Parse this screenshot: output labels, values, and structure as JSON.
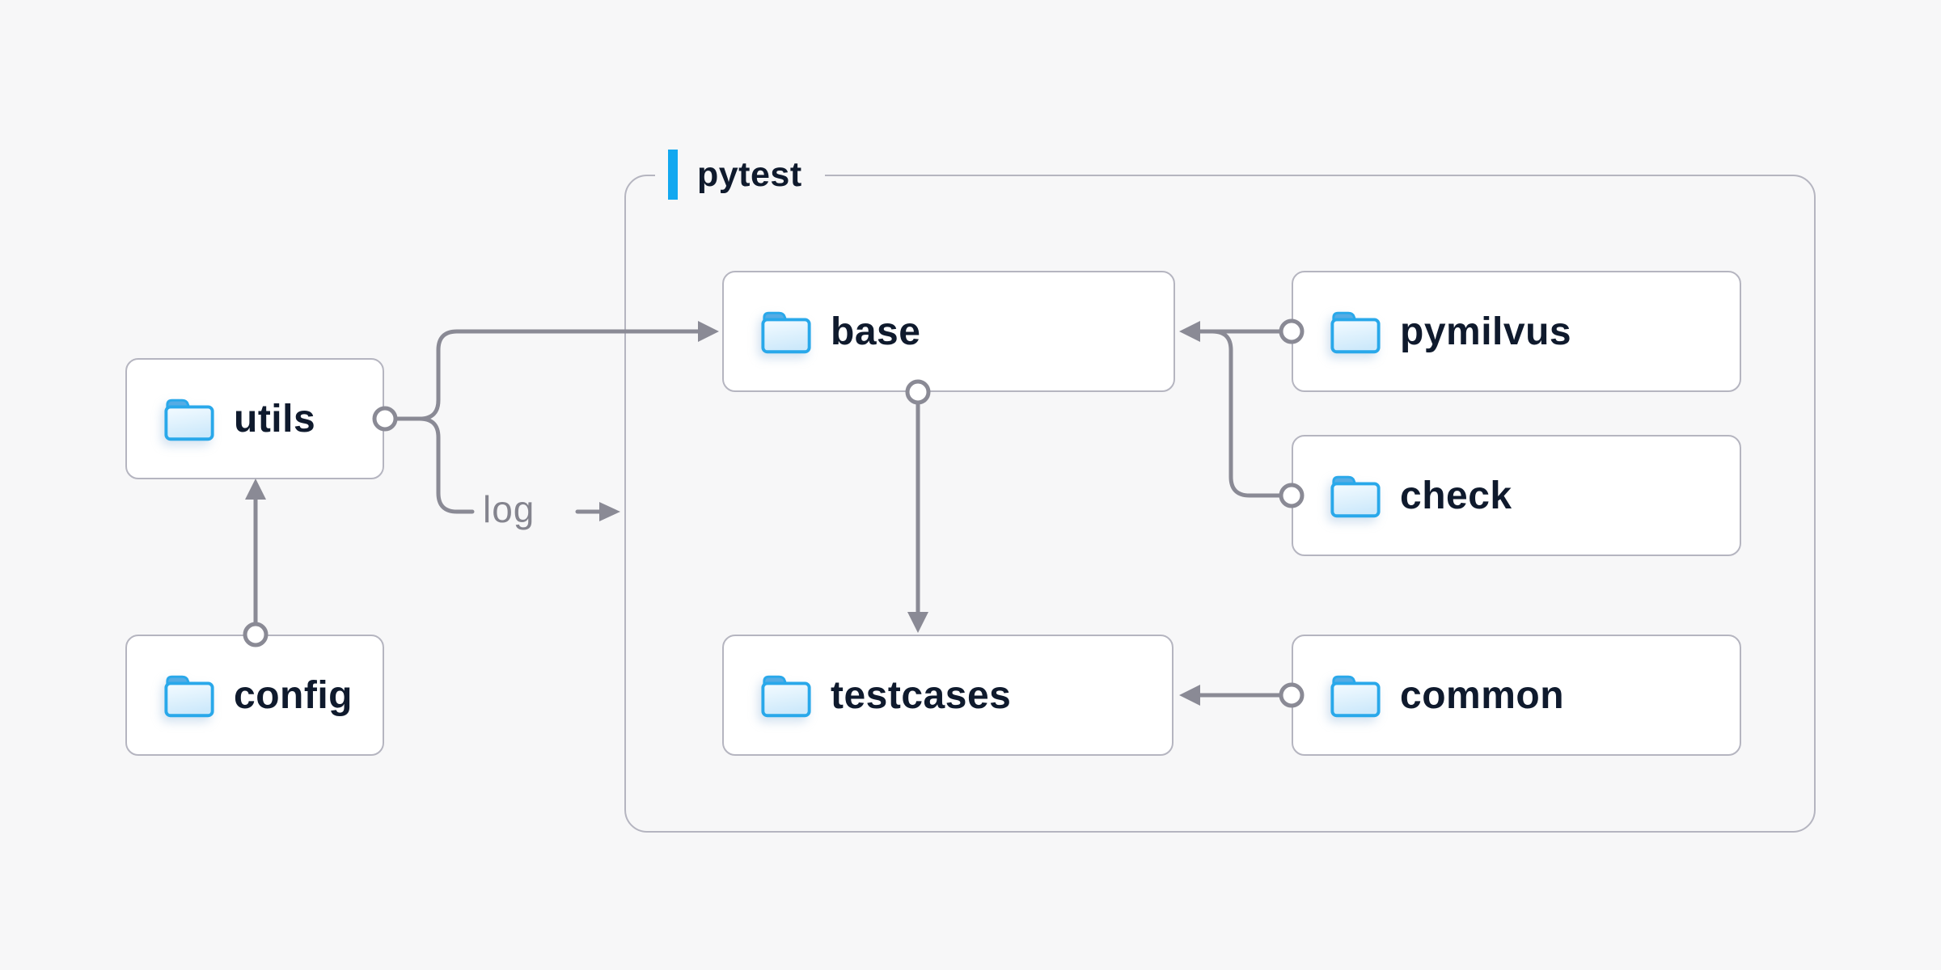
{
  "diagram": {
    "group": {
      "label": "pytest"
    },
    "edge_annotation": {
      "label": "log"
    },
    "nodes": {
      "utils": {
        "label": "utils",
        "icon": "folder-icon"
      },
      "config": {
        "label": "config",
        "icon": "folder-icon"
      },
      "base": {
        "label": "base",
        "icon": "folder-icon"
      },
      "pymilvus": {
        "label": "pymilvus",
        "icon": "folder-icon"
      },
      "check": {
        "label": "check",
        "icon": "folder-icon"
      },
      "testcases": {
        "label": "testcases",
        "icon": "folder-icon"
      },
      "common": {
        "label": "common",
        "icon": "folder-icon"
      }
    },
    "edges": [
      {
        "from": "config",
        "to": "utils"
      },
      {
        "from": "utils",
        "to": "base"
      },
      {
        "from": "utils",
        "to": "log"
      },
      {
        "from": "pymilvus",
        "to": "base"
      },
      {
        "from": "check",
        "to": "base"
      },
      {
        "from": "base",
        "to": "testcases"
      },
      {
        "from": "common",
        "to": "testcases"
      }
    ],
    "colors": {
      "background": "#F7F7F8",
      "node_fill": "#FFFFFF",
      "node_border": "#B5B5C0",
      "edge": "#8A8A95",
      "text": "#0F1A2D",
      "muted_text": "#84848E",
      "accent": "#12A8F0",
      "folder_stroke": "#29A8EA",
      "folder_tab": "#55ACE4"
    }
  }
}
